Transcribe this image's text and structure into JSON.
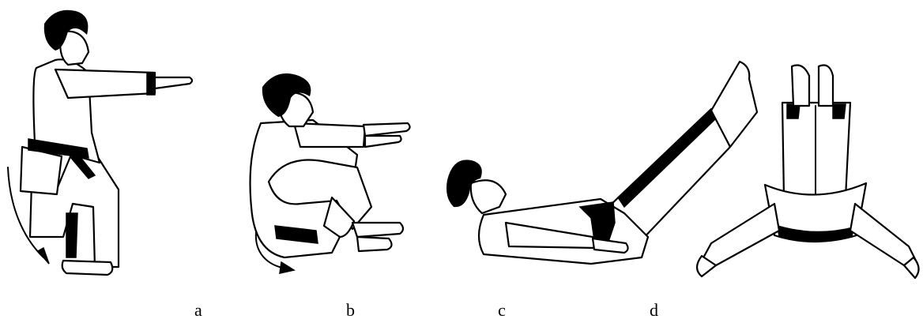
{
  "panels": [
    {
      "label": "a",
      "pose": "squat-arms-forward"
    },
    {
      "label": "b",
      "pose": "rolling-back-seated"
    },
    {
      "label": "c",
      "pose": "lying-legs-raised-side-view"
    },
    {
      "label": "d",
      "pose": "lying-legs-raised-front-view"
    }
  ],
  "colors": {
    "ink": "#000000",
    "paper": "#ffffff"
  }
}
